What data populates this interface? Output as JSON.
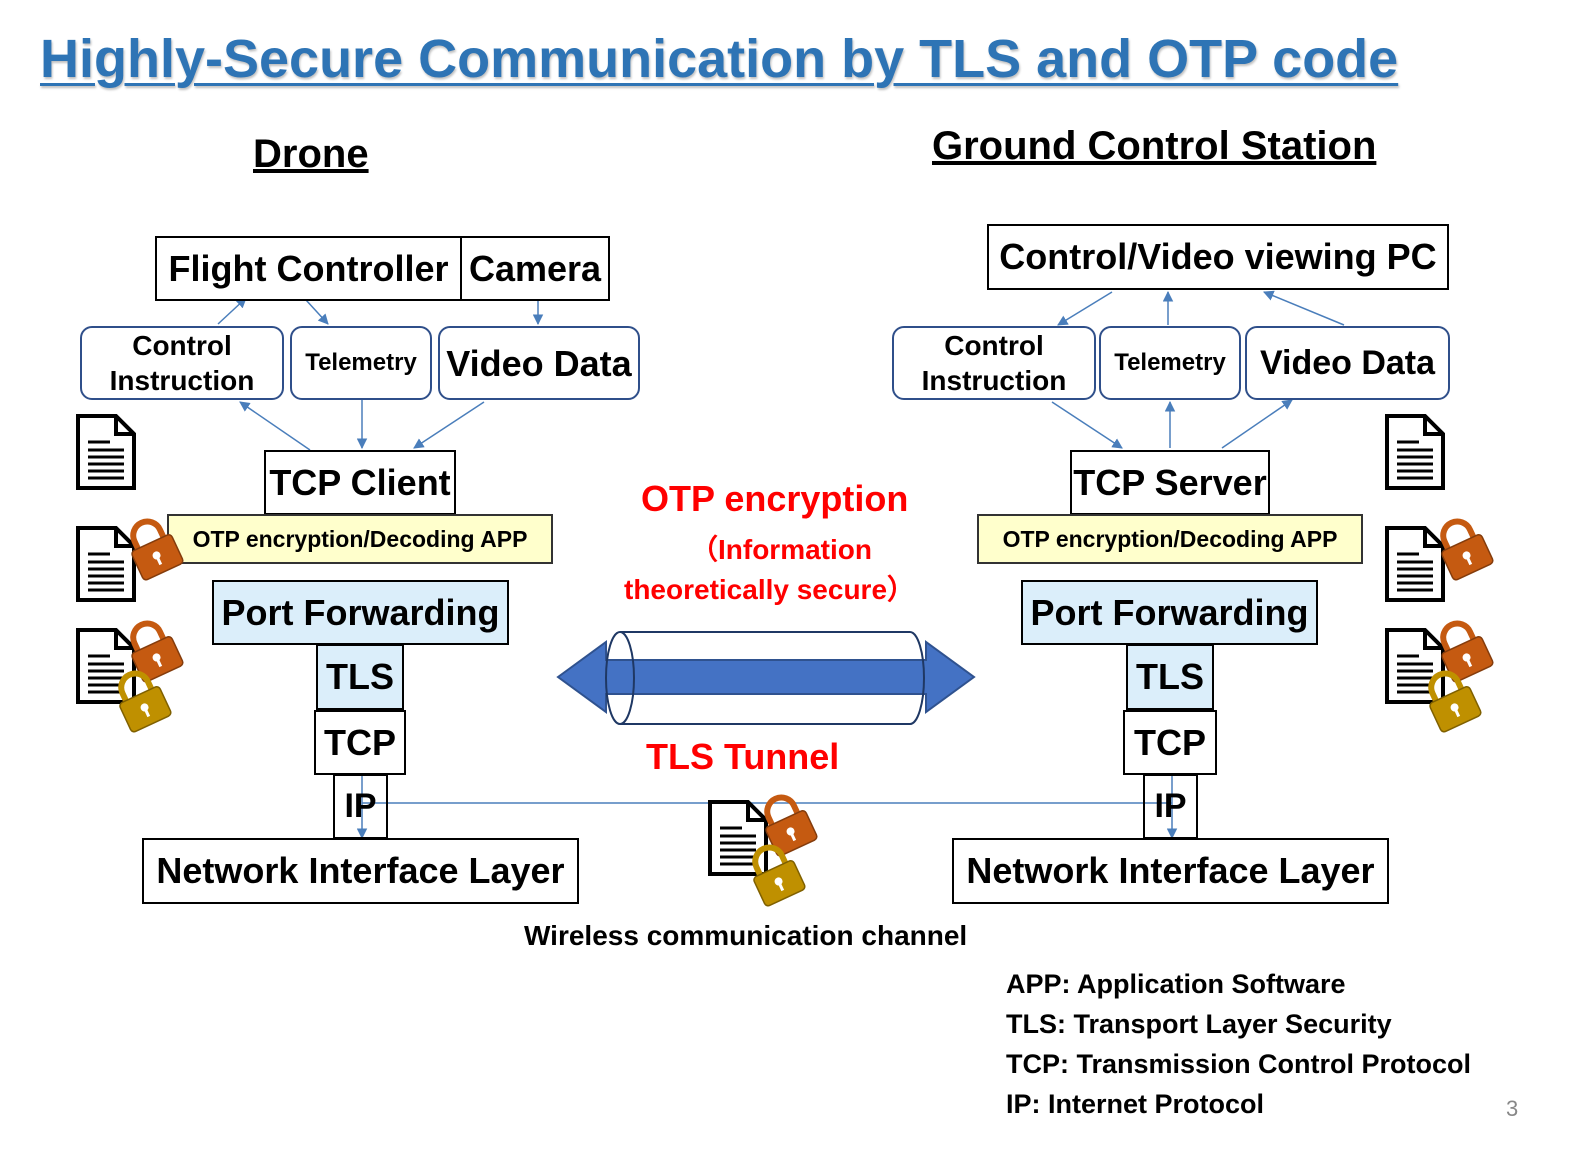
{
  "title": "Highly-Secure Communication by TLS and OTP code",
  "drone": {
    "heading": "Drone",
    "flight_controller": "Flight Controller",
    "camera": "Camera",
    "control_instruction_line1": "Control",
    "control_instruction_line2": "Instruction",
    "telemetry": "Telemetry",
    "video_data": "Video Data",
    "tcp_client": "TCP Client",
    "otp_app": "OTP encryption/Decoding APP",
    "port_forwarding": "Port Forwarding",
    "tls": "TLS",
    "tcp": "TCP",
    "ip": "IP",
    "network_interface": "Network Interface Layer"
  },
  "gcs": {
    "heading": "Ground Control Station",
    "pc": "Control/Video viewing PC",
    "control_instruction_line1": "Control",
    "control_instruction_line2": "Instruction",
    "telemetry": "Telemetry",
    "video_data": "Video Data",
    "tcp_server": "TCP Server",
    "otp_app": "OTP encryption/Decoding APP",
    "port_forwarding": "Port Forwarding",
    "tls": "TLS",
    "tcp": "TCP",
    "ip": "IP",
    "network_interface": "Network Interface Layer"
  },
  "middle": {
    "otp_encryption": "OTP encryption",
    "info_line1": "（Information",
    "info_line2": "theoretically secure）",
    "tls_tunnel": "TLS Tunnel",
    "wireless": "Wireless communication channel"
  },
  "legend": [
    "APP: Application Software",
    "TLS: Transport Layer Security",
    "TCP: Transmission Control Protocol",
    "IP: Internet Protocol"
  ],
  "page_number": "3",
  "colors": {
    "title": "#2e74b5",
    "arrow": "#4a7ebb",
    "red_text": "#ff0000",
    "lock_orange": "#c55a11",
    "lock_gold": "#bf9000",
    "otp_box": "#ffffcc",
    "port_box": "#dbeefa"
  },
  "icons": [
    "document-icon",
    "lock-icon"
  ]
}
